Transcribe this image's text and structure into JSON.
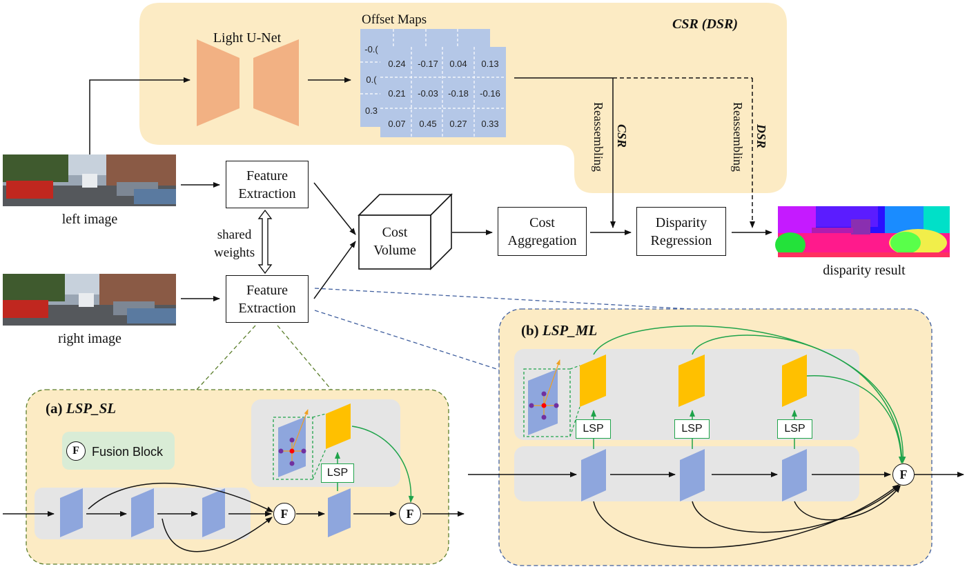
{
  "top_panel": {
    "title": "CSR (DSR)"
  },
  "unet": {
    "label": "Light  U-Net"
  },
  "offset_maps": {
    "label": "Offset Maps",
    "back_values": [
      "-0.(",
      "0.(",
      "0.3"
    ],
    "front_values": [
      [
        "0.24",
        "-0.17",
        "0.04",
        "0.13"
      ],
      [
        "0.21",
        "-0.03",
        "-0.18",
        "-0.16"
      ],
      [
        "0.07",
        "0.45",
        "0.27",
        "0.33"
      ]
    ]
  },
  "reassembling": {
    "csr_tag": "CSR",
    "dsr_tag": "DSR",
    "text": "Reassembling"
  },
  "inputs": {
    "left": "left image",
    "right": "right image"
  },
  "feature_extraction": {
    "line1": "Feature",
    "line2": "Extraction"
  },
  "shared_weights": {
    "line1": "shared",
    "line2": "weights"
  },
  "cost_volume": {
    "line1": "Cost",
    "line2": "Volume"
  },
  "cost_aggregation": {
    "line1": "Cost",
    "line2": "Aggregation"
  },
  "disparity_regression": {
    "line1": "Disparity",
    "line2": "Regression"
  },
  "output": {
    "label": "disparity result"
  },
  "panel_a": {
    "tag": "(a)",
    "name": "LSP_SL",
    "legend_symbol": "F",
    "legend_text": "Fusion Block",
    "lsp": "LSP",
    "fusion": "F"
  },
  "panel_b": {
    "tag": "(b)",
    "name": "LSP_ML",
    "lsp": "LSP",
    "fusion": "F"
  },
  "colors": {
    "panel_bg": "#fcebc4",
    "inner_gray": "#e5e5e5",
    "feature_blue": "#8ea6dd",
    "offset_blue": "#b4c7e7",
    "unet_orange": "#f2b183",
    "lsp_yellow": "#ffc000",
    "green": "#1ea34a",
    "dash_green": "#5a7d2a",
    "dash_blue": "#3f5e9e",
    "legend_green": "#d9ecd6"
  }
}
